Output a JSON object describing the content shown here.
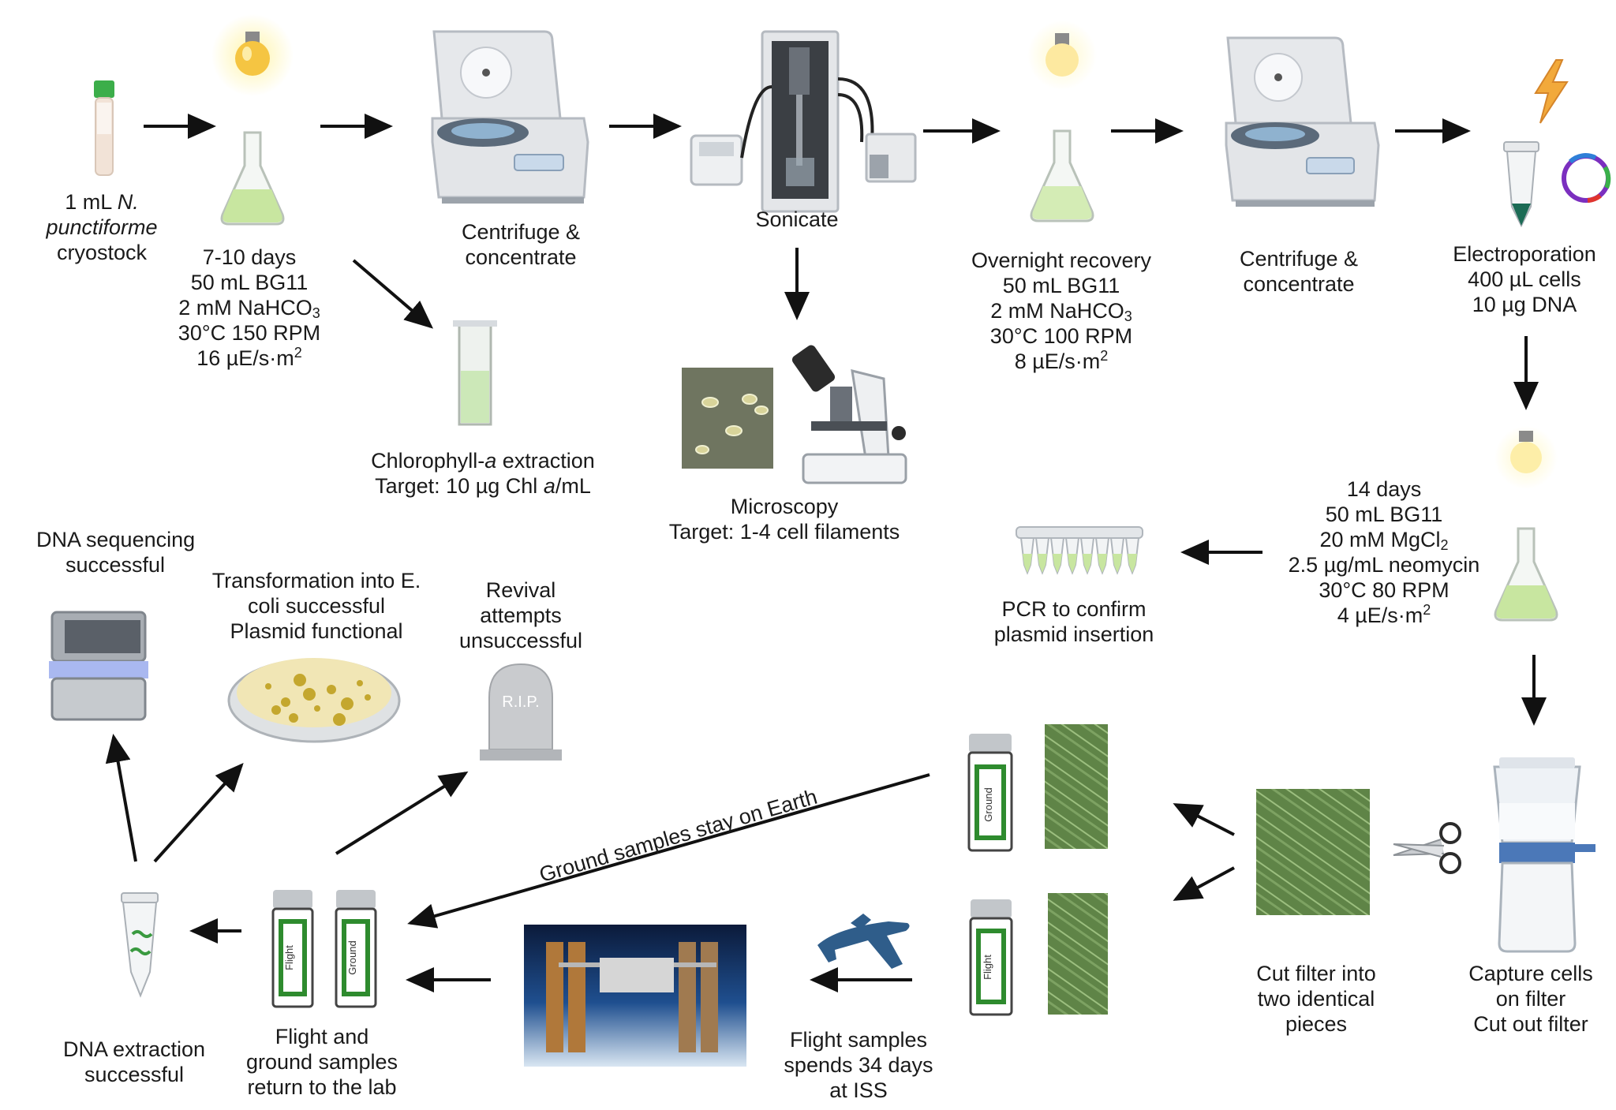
{
  "steps": {
    "cryostock": {
      "l1_pre": "1 mL ",
      "l1_it": "N.",
      "l2_it": "punctiforme",
      "l3": "cryostock"
    },
    "growth": {
      "l1": "7-10 days",
      "l2": "50 mL BG11",
      "l3_pre": "2 mM NaHCO",
      "l3_sub": "3",
      "l4": "30°C 150 RPM",
      "l5_pre": "16 µE/s·m",
      "l5_sup": "2"
    },
    "centrifuge1": {
      "l1": "Centrifuge &",
      "l2": "concentrate"
    },
    "sonicate": {
      "l1": "Sonicate"
    },
    "recovery": {
      "l1": "Overnight recovery",
      "l2": "50 mL BG11",
      "l3_pre": "2 mM NaHCO",
      "l3_sub": "3",
      "l4": "30°C 100 RPM",
      "l5_pre": "8 µE/s·m",
      "l5_sup": "2"
    },
    "centrifuge2": {
      "l1": "Centrifuge &",
      "l2": "concentrate"
    },
    "electroporation": {
      "l1": "Electroporation",
      "l2": "400 µL cells",
      "l3": "10 µg DNA"
    },
    "chlorophyll": {
      "l1_pre": "Chlorophyll-",
      "l1_it": "a",
      "l1_post": " extraction",
      "l2_pre": "Target: 10 µg Chl ",
      "l2_it": "a",
      "l2_post": "/mL"
    },
    "microscopy": {
      "l1": "Microscopy",
      "l2": "Target: 1-4 cell filaments"
    },
    "selection": {
      "l1": "14 days",
      "l2": "50 mL BG11",
      "l3_pre": "20 mM MgCl",
      "l3_sub": "2",
      "l4": "2.5 µg/mL neomycin",
      "l5": "30°C 80 RPM",
      "l6_pre": "4 µE/s·m",
      "l6_sup": "2"
    },
    "pcr": {
      "l1": "PCR to confirm",
      "l2": "plasmid insertion"
    },
    "sequencing": {
      "l1": "DNA sequencing",
      "l2": "successful"
    },
    "transformation": {
      "l1": "Transformation into E.",
      "l2": "coli successful",
      "l3": "Plasmid functional"
    },
    "revival": {
      "l1": "Revival",
      "l2": "attempts",
      "l3": "unsuccessful"
    },
    "capture": {
      "l1": "Capture cells",
      "l2": "on filter",
      "l3": "Cut out filter"
    },
    "cut": {
      "l1": "Cut filter into",
      "l2": "two identical",
      "l3": "pieces"
    },
    "flight_iss": {
      "l1": "Flight samples",
      "l2": "spends 34 days",
      "l3": "at ISS"
    },
    "return": {
      "l1": "Flight and",
      "l2": "ground samples",
      "l3": "return to the lab"
    },
    "dna_extraction": {
      "l1": "DNA extraction",
      "l2": "successful"
    }
  },
  "ground_arrow_label": "Ground samples stay on Earth",
  "vial_labels": {
    "ground": "Ground",
    "flight": "Flight"
  },
  "tombstone_text": "R.I.P.",
  "colors": {
    "arrow": "#111111",
    "culture_green": "#c8e6a0",
    "vial_green": "#2e8b2e",
    "filter_green": "#5d7f45",
    "steel": "#d8dadd"
  },
  "icons": [
    "cryovial-icon",
    "lightbulb-icon",
    "flask-icon",
    "centrifuge-icon",
    "sonicator-icon",
    "cuvette-icon",
    "microscope-icon",
    "micrograph-icon",
    "lightning-icon",
    "microtube-icon",
    "plasmid-icon",
    "pcr-strip-icon",
    "filter-unit-icon",
    "scissors-icon",
    "filter-piece-icon",
    "sample-vial-icon",
    "airplane-icon",
    "iss-photo-icon",
    "dna-tube-icon",
    "sequencer-icon",
    "petri-dish-icon",
    "tombstone-icon"
  ]
}
